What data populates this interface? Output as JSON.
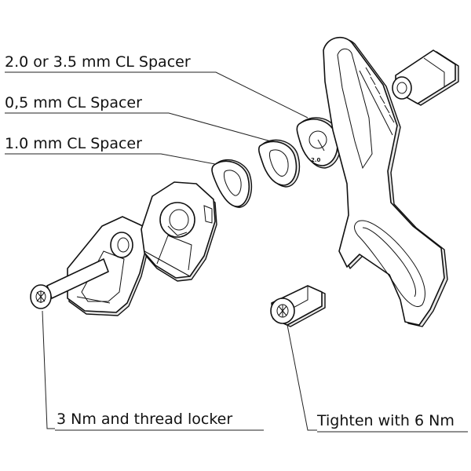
{
  "labels": {
    "spacer_large": "2.0 or 3.5 mm CL Spacer",
    "spacer_half": "0,5 mm CL Spacer",
    "spacer_one": "1.0 mm CL Spacer",
    "torque_left": "3 Nm and thread locker",
    "torque_right": "Tighten with 6 Nm"
  },
  "spacer_marking": "2.0"
}
